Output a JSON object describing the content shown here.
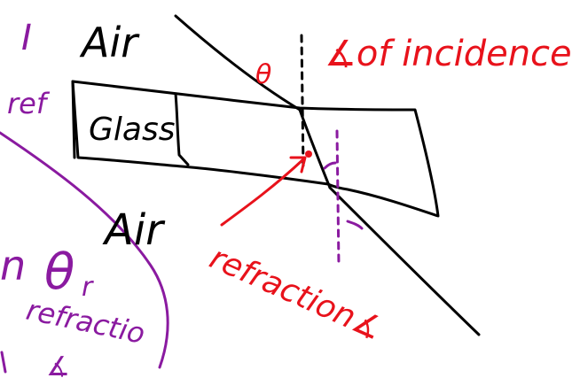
{
  "labels": {
    "roman_one": "I",
    "air_top": "Air",
    "angle_incidence": "∡of incidence",
    "theta_top": "θ",
    "ref": "ref",
    "glass": "Glass",
    "air_bottom": "Air",
    "refraction_angle": "refraction∡",
    "theta_r_prefix": "n",
    "theta_r": "θ",
    "theta_r_sub": "r",
    "refraction_word": "refractio",
    "left_bottom_mark": "∡"
  },
  "colors": {
    "ink_black": "#000000",
    "ink_red": "#e8121b",
    "ink_purple": "#8a1aa0"
  }
}
